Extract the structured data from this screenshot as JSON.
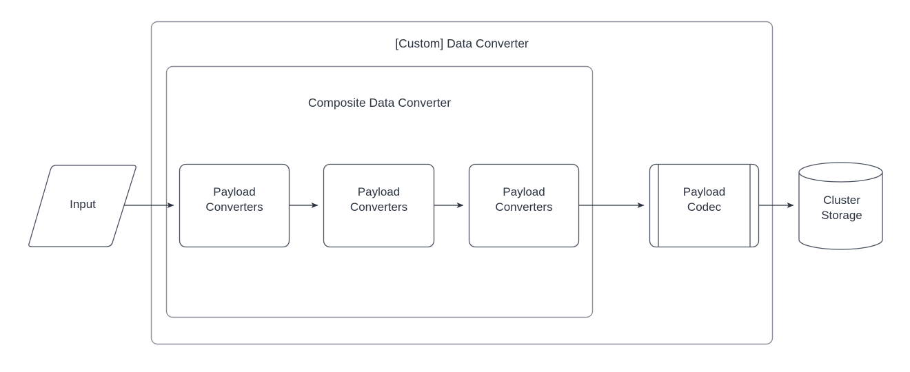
{
  "diagram": {
    "type": "flowchart",
    "orientation": "left-to-right",
    "background_color": "#ffffff",
    "stroke_color": "#8a8f9a",
    "arrow_color": "#2c3442",
    "text_color": "#2c3442",
    "fill_color": "#ffffff"
  },
  "containers": [
    {
      "id": "custom-data-converter",
      "title": "[Custom] Data Converter",
      "shape": "rounded-rectangle"
    },
    {
      "id": "composite-data-converter",
      "title": "Composite Data Converter",
      "shape": "rounded-rectangle"
    }
  ],
  "nodes": [
    {
      "id": "input",
      "label": "Input",
      "shape": "parallelogram"
    },
    {
      "id": "payload-converters-1",
      "label": "Payload\nConverters",
      "shape": "rounded-rectangle"
    },
    {
      "id": "payload-converters-2",
      "label": "Payload\nConverters",
      "shape": "rounded-rectangle"
    },
    {
      "id": "payload-converters-3",
      "label": "Payload\nConverters",
      "shape": "rounded-rectangle"
    },
    {
      "id": "payload-codec",
      "label": "Payload\nCodec",
      "shape": "subprocess"
    },
    {
      "id": "cluster-storage",
      "label": "Cluster\nStorage",
      "shape": "cylinder"
    }
  ],
  "connectors": [
    {
      "from": "input",
      "to": "payload-converters-1",
      "arrowhead": "solid-triangle"
    },
    {
      "from": "payload-converters-1",
      "to": "payload-converters-2",
      "arrowhead": "solid-triangle"
    },
    {
      "from": "payload-converters-2",
      "to": "payload-converters-3",
      "arrowhead": "solid-triangle"
    },
    {
      "from": "payload-converters-3",
      "to": "payload-codec",
      "arrowhead": "solid-triangle"
    },
    {
      "from": "payload-codec",
      "to": "cluster-storage",
      "arrowhead": "solid-triangle"
    }
  ]
}
